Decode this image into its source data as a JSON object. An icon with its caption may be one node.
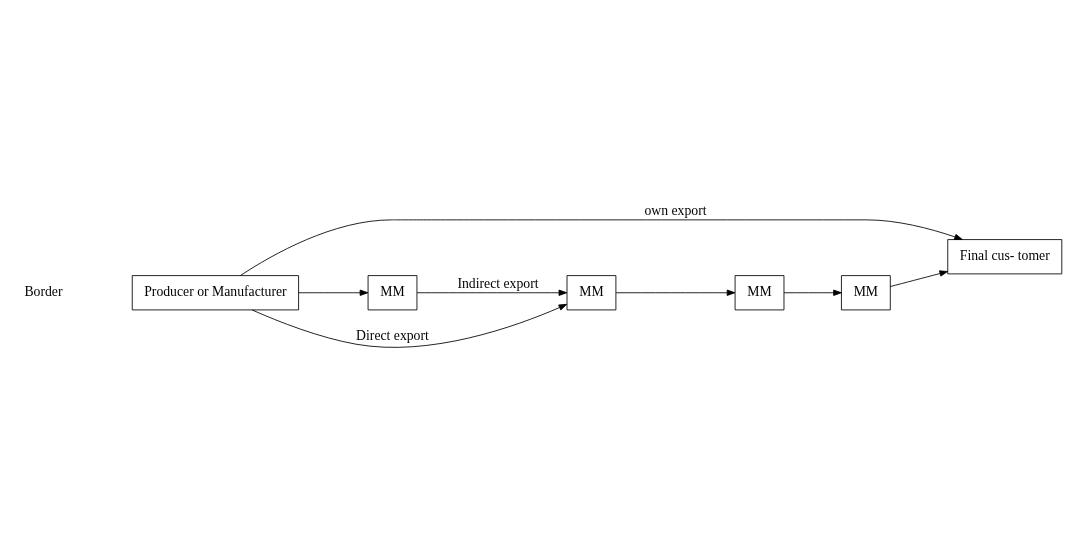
{
  "diagram": {
    "nodes": [
      {
        "text": [
          "Producer or Manufacturer"
        ]
      },
      {
        "text": [
          "Final cus- tomer"
        ]
      },
      {
        "text": [
          "MM"
        ]
      },
      {
        "text": [
          "MM"
        ]
      },
      {
        "text": [
          "MM"
        ]
      },
      {
        "text": [
          "MM"
        ]
      }
    ],
    "edges": [
      {
        "from": 0,
        "to": 1,
        "arrow": "to",
        "label": "own export"
      },
      {
        "from": 0,
        "to": 3,
        "arrow": "to",
        "label": "Direct export"
      },
      {
        "from": 0,
        "to": 2,
        "arrow": "to"
      },
      {
        "from": 2,
        "to": 3,
        "arrow": "to",
        "label": "Indirect export"
      },
      {
        "from": 3,
        "to": 4,
        "arrow": "to"
      },
      {
        "from": 4,
        "to": 5,
        "arrow": "to"
      },
      {
        "from": 5,
        "to": 1,
        "arrow": "to"
      }
    ],
    "labels": [
      "Border"
    ]
  }
}
